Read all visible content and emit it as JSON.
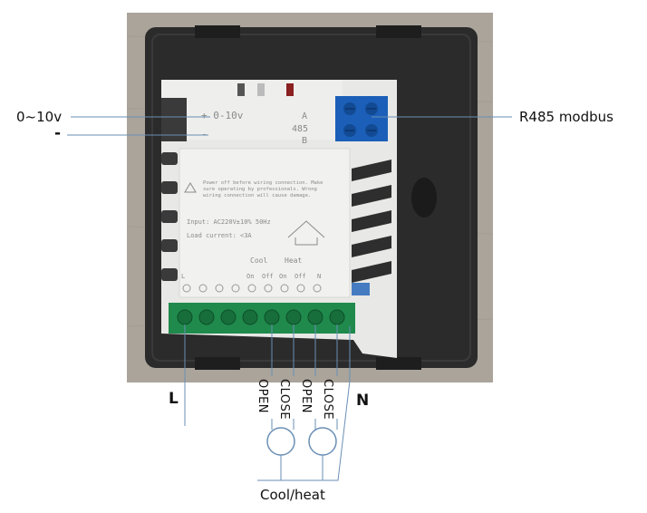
{
  "callouts": {
    "analog_input": "0~10v",
    "minus": "-",
    "rs485": "R485 modbus",
    "live": "L",
    "neutral": "N",
    "valves": "Cool/heat"
  },
  "wire_labels": [
    "OPEN",
    "CLOSE",
    "OPEN",
    "CLOSE"
  ],
  "device": {
    "top_label": "+ 0-10v",
    "minus_label": "-",
    "rs485_a": "A",
    "rs485_num": "485",
    "rs485_b": "B",
    "warning_line1": "Power off before wiring connection. Make",
    "warning_line2": "sure operating by professionals. Wrong",
    "warning_line3": "wiring connection will cause damage.",
    "input_spec": "Input: AC220V±10% 50Hz",
    "load_spec": "Load current: <3A",
    "cool": "Cool",
    "heat": "Heat",
    "term_L": "L",
    "term_on1": "On",
    "term_off1": "Off",
    "term_on2": "On",
    "term_off2": "Off",
    "term_N": "N"
  },
  "colors": {
    "wood_bg": "#a9a39a",
    "panel": "#2b2b2b",
    "housing": "#ededed",
    "terminal_green": "#1f8a4c",
    "terminal_blue": "#1b5fb8",
    "leader_line": "#6a8fb5"
  }
}
